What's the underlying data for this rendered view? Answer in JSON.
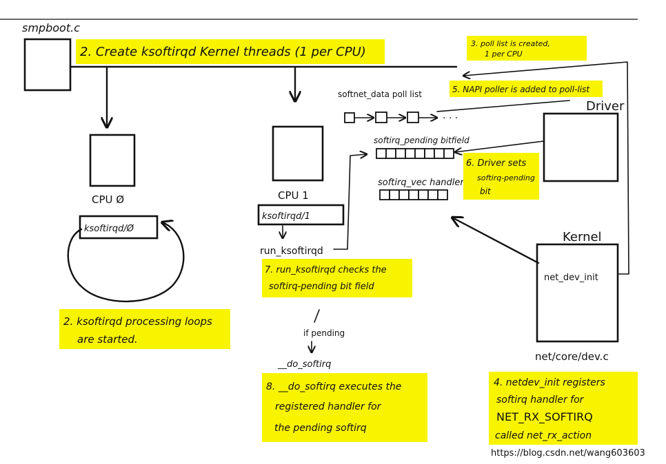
{
  "labels": {
    "smpboot": "smpboot.c",
    "cpu0": "CPU Ø",
    "ksoftirqd0": "ksoftirqd/Ø",
    "cpu1": "CPU 1",
    "ksoftirqd1": "ksoftirqd/1",
    "run_ksoftirqd": "run_ksoftirqd",
    "if_pending": "if pending",
    "do_softirq": "__do_softirq",
    "softnet_poll_list": "softnet_data poll list",
    "softirq_pending_bitfield": "softirq_pending bitfield",
    "softirq_vec_handlers": "softirq_vec handlers",
    "ellipsis": "· · ·",
    "driver": "Driver",
    "kernel": "Kernel",
    "netdev_init": "net_dev_init",
    "dev_c": "net/core/dev.c"
  },
  "steps": {
    "s1": "2. Create ksoftirqd Kernel threads (1 per CPU)",
    "s2_line1": "2. ksoftirqd processing loops",
    "s2_line2": "are started.",
    "s3_line1": "3. poll list is created,",
    "s3_line2": "1 per CPU",
    "s4_line1": "4. netdev_init registers",
    "s4_line2": "softirq handler for",
    "s4_line3": "NET_RX_SOFTIRQ",
    "s4_line4": "called net_rx_action",
    "s5": "5. NAPI poller is added to poll-list",
    "s6_line1": "6. Driver sets",
    "s6_line2": "softirq-pending",
    "s6_line3": "bit",
    "s7_line1": "7. run_ksoftirqd checks the",
    "s7_line2": "softirq-pending bit field",
    "s8_line1": "8. __do_softirq executes the",
    "s8_line2": "registered handler for",
    "s8_line3": "the pending softirq"
  },
  "watermark": "https://blog.csdn.net/wang603603"
}
